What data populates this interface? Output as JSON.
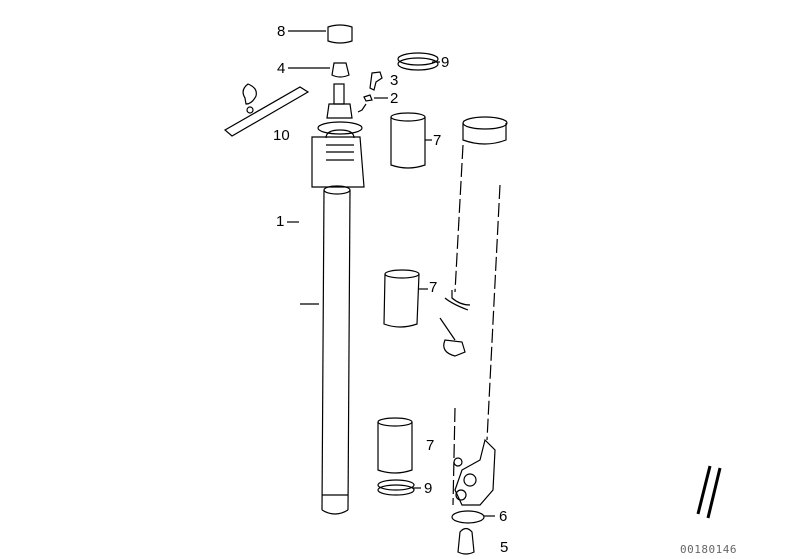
{
  "diagram": {
    "type": "exploded parts diagram",
    "subject": "Front fork assembly",
    "image_code": "00180146",
    "callouts": [
      {
        "id": "8",
        "label": "8"
      },
      {
        "id": "4",
        "label": "4"
      },
      {
        "id": "9a",
        "label": "9"
      },
      {
        "id": "3",
        "label": "3"
      },
      {
        "id": "2",
        "label": "2"
      },
      {
        "id": "10",
        "label": "10"
      },
      {
        "id": "7a",
        "label": "7"
      },
      {
        "id": "1",
        "label": "1"
      },
      {
        "id": "7b",
        "label": "7"
      },
      {
        "id": "7c",
        "label": "7"
      },
      {
        "id": "9b",
        "label": "9"
      },
      {
        "id": "6",
        "label": "6"
      },
      {
        "id": "5",
        "label": "5"
      }
    ]
  }
}
